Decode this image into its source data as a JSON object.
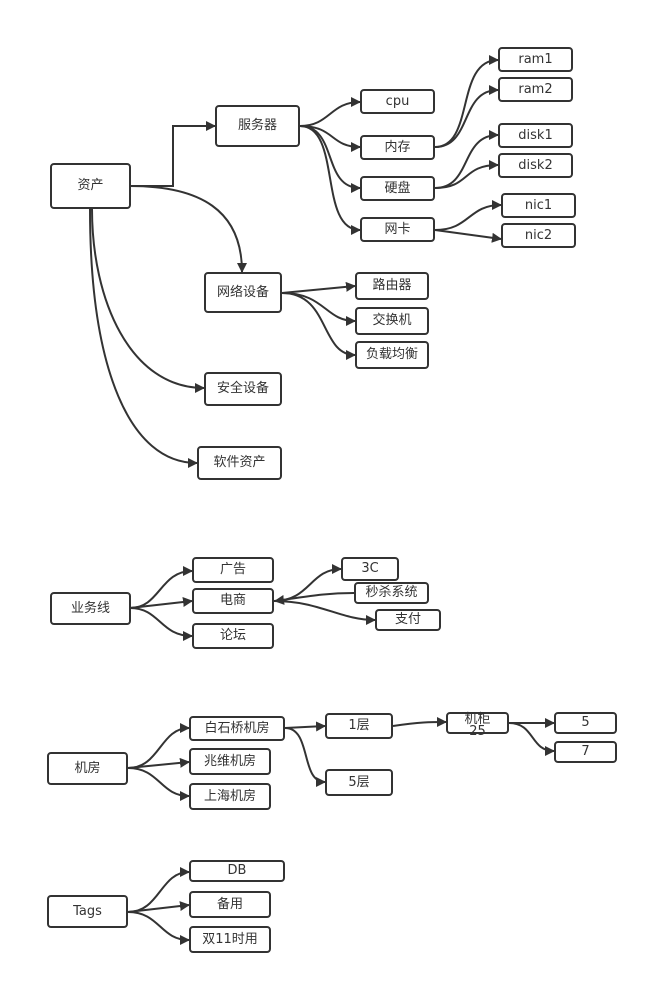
{
  "colors": {
    "stroke": "#333333",
    "background": "#ffffff",
    "text": "#333333"
  },
  "nodes": {
    "asset": "资产",
    "server": "服务器",
    "cpu": "cpu",
    "memory": "内存",
    "ram1": "ram1",
    "ram2": "ram2",
    "disk": "硬盘",
    "disk1": "disk1",
    "disk2": "disk2",
    "nic": "网卡",
    "nic1": "nic1",
    "nic2": "nic2",
    "network_device": "网络设备",
    "router": "路由器",
    "switch": "交换机",
    "load_balancer": "负载均衡",
    "security_device": "安全设备",
    "software_asset": "软件资产",
    "business_line": "业务线",
    "ads": "广告",
    "ecommerce": "电商",
    "forum": "论坛",
    "3c": "3C",
    "flash_sale": "秒杀系统",
    "payment": "支付",
    "idc": "机房",
    "baishiqiao": "白石桥机房",
    "zhaowei": "兆维机房",
    "shanghai": "上海机房",
    "floor1": "1层",
    "floor5": "5层",
    "rack25": "机柜\n25",
    "n5": "5",
    "n7": "7",
    "tags": "Tags",
    "db": "DB",
    "backup": "备用",
    "double11": "双11时用"
  }
}
